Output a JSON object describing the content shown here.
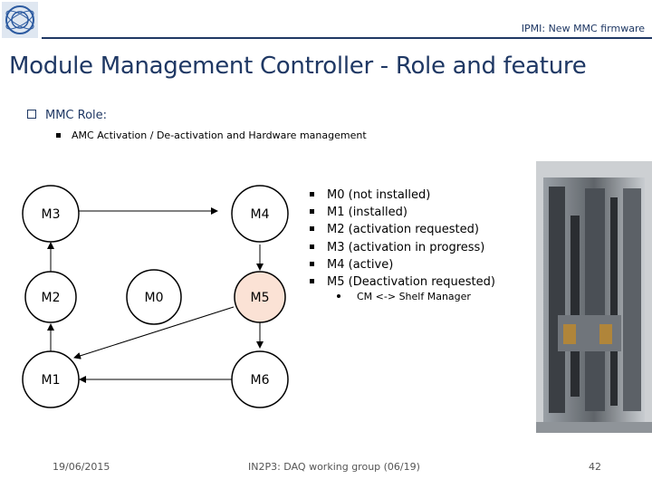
{
  "header": {
    "title": "IPMI: New MMC firmware"
  },
  "slide": {
    "title": "Module Management Controller - Role and feature",
    "bullet1": "MMC Role:",
    "bullet2": "AMC Activation / De-activation and Hardware management"
  },
  "diagram": {
    "nodes": {
      "m3": "M3",
      "m4": "M4",
      "m2": "M2",
      "m0": "M0",
      "m5": "M5",
      "m1": "M1",
      "m6": "M6"
    },
    "highlight_color": "#fbe2d5"
  },
  "states": [
    "M0 (not installed)",
    "M1 (installed)",
    "M2 (activation requested)",
    "M3 (activation in progress)",
    "M4 (active)",
    "M5 (Deactivation requested)"
  ],
  "sub_item": "CM <-> Shelf Manager",
  "footer": {
    "date": "19/06/2015",
    "event": "IN2P3: DAQ working group (06/19)",
    "page": "42"
  },
  "colors": {
    "title": "#1f3864"
  }
}
